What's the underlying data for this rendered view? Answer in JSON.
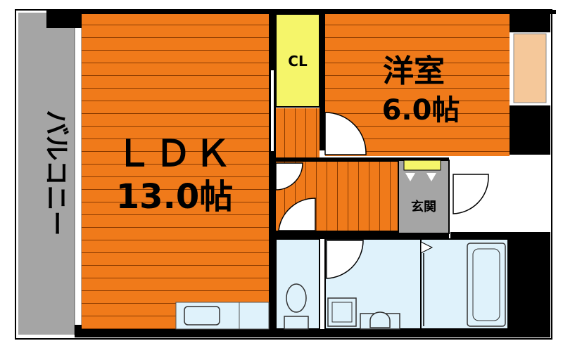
{
  "rooms": {
    "ldk": {
      "name": "ＬＤＫ",
      "size": "13.0帖"
    },
    "western": {
      "name": "洋室",
      "size": "6.0帖"
    },
    "closet": {
      "name": "CL"
    },
    "entrance": {
      "name": "玄関"
    },
    "balcony": {
      "name": "バルコニー"
    }
  },
  "colors": {
    "floor_orange": "#f07a1a",
    "floor_line": "#8a3a00",
    "closet_yellow": "#f5f56a",
    "wet_area_blue": "#dff2fb",
    "balcony_gray": "#a5a5a5",
    "wall": "#000000",
    "window_peach": "#f5c89a"
  },
  "fixtures": [
    "kitchen",
    "toilet",
    "washbasin",
    "washing-machine",
    "bathtub"
  ]
}
